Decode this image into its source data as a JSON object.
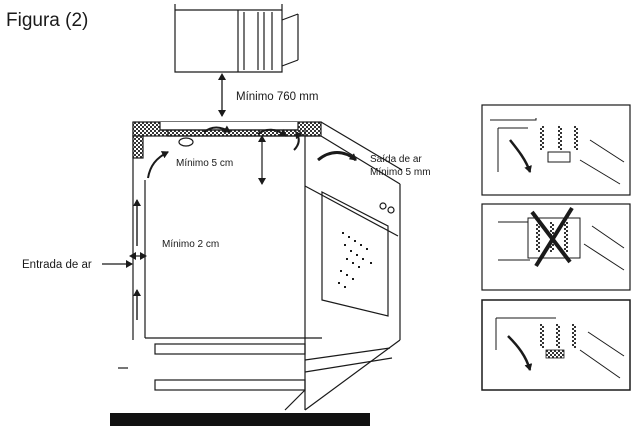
{
  "title": "Figura (2)",
  "labels": {
    "min_760": "Mínimo 760 mm",
    "min_5cm": "Mínimo 5 cm",
    "saida_line1": "Saída de ar",
    "saida_line2": "Mínimo 5 mm",
    "min_2cm": "Mínimo 2 cm",
    "entrada": "Entrada de ar"
  },
  "insets": [
    {
      "name": "correct-installation",
      "crossed": false
    },
    {
      "name": "incorrect-installation",
      "crossed": true
    },
    {
      "name": "correct-installation",
      "crossed": false
    }
  ],
  "colors": {
    "line": "#1a1a1a",
    "ground": "#111111",
    "paper": "#ffffff"
  }
}
